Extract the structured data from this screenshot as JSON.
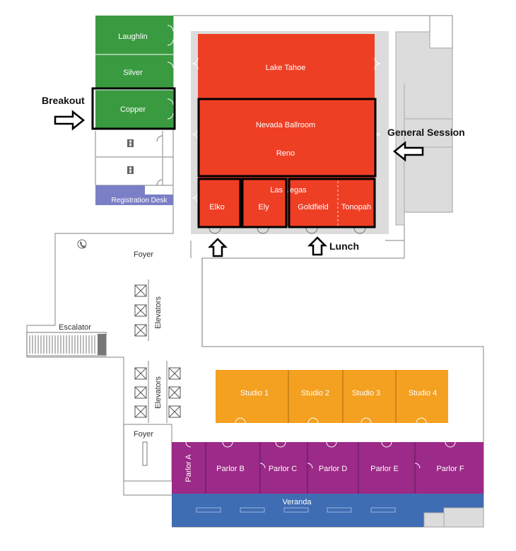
{
  "colors": {
    "green": "#3a9a40",
    "red": "#ee3f25",
    "orange": "#f4a020",
    "purple": "#9c2a88",
    "blue": "#3f6db3",
    "registration": "#7b7fc6",
    "gray": "#dcdcdc",
    "highlight": "#000000"
  },
  "rooms": {
    "laughlin": "Laughlin",
    "silver": "Silver",
    "copper": "Copper",
    "lake_tahoe": "Lake Tahoe",
    "nevada_ballroom": "Nevada Ballroom",
    "reno": "Reno",
    "las_vegas": "Las Vegas",
    "elko": "Elko",
    "ely": "Ely",
    "goldfield": "Goldfield",
    "tonopah": "Tonopah",
    "studio_1": "Studio 1",
    "studio_2": "Studio 2",
    "studio_3": "Studio 3",
    "studio_4": "Studio 4",
    "parlor_a": "Parlor A",
    "parlor_b": "Parlor B",
    "parlor_c": "Parlor C",
    "parlor_d": "Parlor D",
    "parlor_e": "Parlor E",
    "parlor_f": "Parlor F",
    "veranda": "Veranda"
  },
  "areas": {
    "registration_desk": "Registration Desk",
    "foyer_upper": "Foyer",
    "foyer_lower": "Foyer",
    "elevators_upper": "Elevators",
    "elevators_lower": "Elevators",
    "escalator": "Escalator"
  },
  "callouts": {
    "breakout": "Breakout",
    "general_session": "General Session",
    "lunch": "Lunch"
  },
  "icons": {
    "restroom": "restroom-icon",
    "phone": "phone-icon",
    "arrow": "arrow-icon"
  }
}
